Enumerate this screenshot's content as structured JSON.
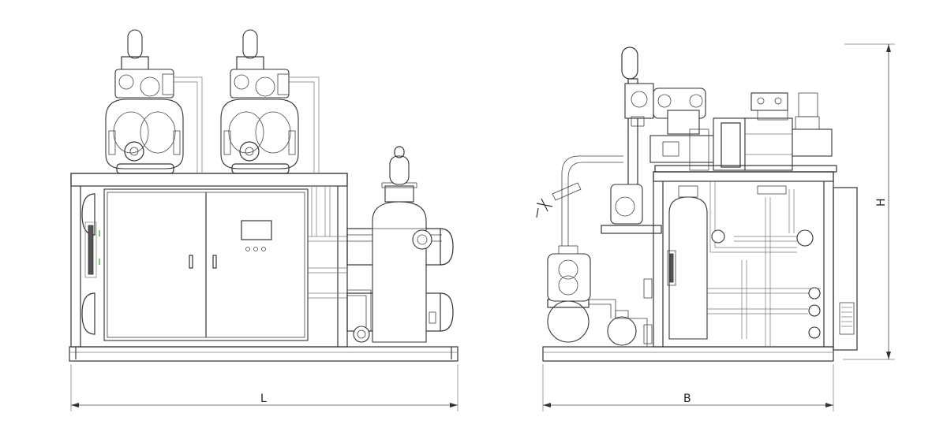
{
  "figure": {
    "dimension_length_label": "L",
    "dimension_width_label": "B",
    "dimension_height_label": "H"
  },
  "colors": {
    "line": "#333333",
    "background": "#ffffff",
    "indicator_green": "#5fae5f"
  }
}
